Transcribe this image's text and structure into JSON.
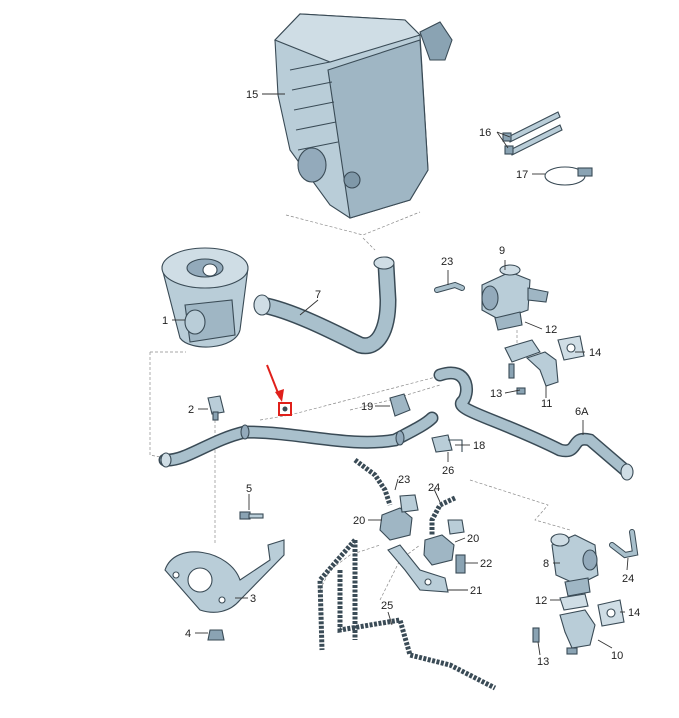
{
  "labels": {
    "p15": "15",
    "p16": "16",
    "p17": "17",
    "p7": "7",
    "p1": "1",
    "p23a": "23",
    "p9": "9",
    "p12a": "12",
    "p14a": "14",
    "p13a": "13",
    "p11": "11",
    "p6A": "6A",
    "p19": "19",
    "p18": "18",
    "p26": "26",
    "p2": "2",
    "p23b": "23",
    "p24a": "24",
    "p20a": "20",
    "p20b": "20",
    "p22": "22",
    "p21": "21",
    "p5": "5",
    "p3": "3",
    "p4": "4",
    "p25": "25",
    "p8": "8",
    "p24b": "24",
    "p12b": "12",
    "p14b": "14",
    "p13b": "13",
    "p10": "10"
  },
  "colors": {
    "part_fill": "#b9cdd8",
    "part_dark": "#7f98a8",
    "hose": "#a9c0cc",
    "highlight": "#e0201b",
    "arrow": "#e0201b"
  },
  "highlight": {
    "icon": "highlighted-clamp-icon"
  }
}
